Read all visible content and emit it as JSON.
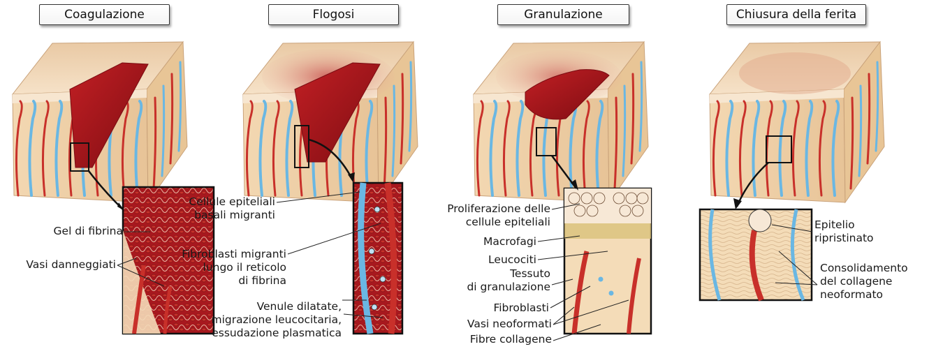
{
  "panels": [
    {
      "title": "Coagulazione"
    },
    {
      "title": "Flogosi"
    },
    {
      "title": "Granulazione"
    },
    {
      "title": "Chiusura della ferita"
    }
  ],
  "labels": {
    "gel_fibrina": "Gel di fibrina",
    "vasi_danneggiati": "Vasi danneggiati",
    "cellule_epiteliali_1": "Cellule epiteliali",
    "cellule_epiteliali_2": "basali migranti",
    "fibroblasti_1": "Fibroblasti migranti",
    "fibroblasti_2": "lungo il reticolo",
    "fibroblasti_3": "di fibrina",
    "venule_1": "Venule dilatate,",
    "venule_2": "migrazione leucocitaria,",
    "venule_3": "essudazione plasmatica",
    "prolif_1": "Proliferazione delle",
    "prolif_2": "cellule epiteliali",
    "macrofagi": "Macrofagi",
    "leucociti": "Leucociti",
    "tessuto_1": "Tessuto",
    "tessuto_2": "di granulazione",
    "fibroblasti": "Fibroblasti",
    "vasi_neoformati": "Vasi neoformati",
    "fibre_collagene": "Fibre collagene",
    "epitelio_1": "Epitelio",
    "epitelio_2": "ripristinato",
    "consolidamento_1": "Consolidamento",
    "consolidamento_2": "del collagene",
    "consolidamento_3": "neoformato"
  },
  "colors": {
    "skin_top": "#f3dcc0",
    "dermis": "#f1d6b0",
    "wound": "#a3141c",
    "wound_dark": "#7a0c12",
    "artery": "#c8302a",
    "vein": "#6ab7e3",
    "outline": "#2a1a14"
  }
}
